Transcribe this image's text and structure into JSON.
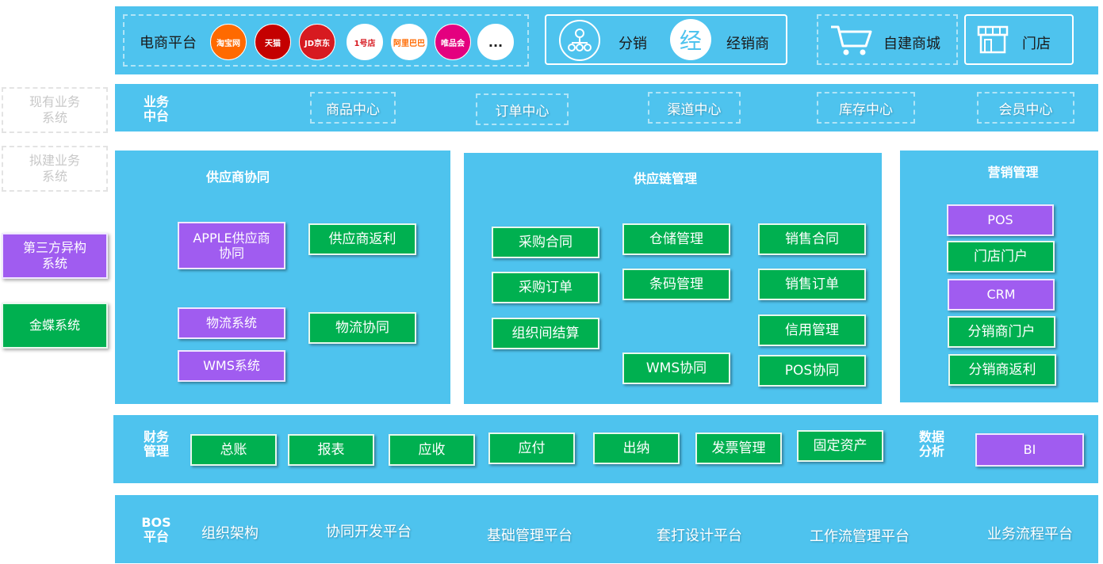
{
  "legend": {
    "existing": "现有业务\n系统",
    "planned": "拟建业务\n系统",
    "third_party": "第三方异构\n系统",
    "kingdee": "金蝶系统"
  },
  "channels": {
    "ecommerce_label": "电商平台",
    "platforms": [
      {
        "text": "淘宝网",
        "color": "#ff6a00"
      },
      {
        "text": "天猫",
        "color": "#c40000"
      },
      {
        "text": "JD京东",
        "color": "#d71a20"
      },
      {
        "text": "1号店",
        "color": "#ffffff"
      },
      {
        "text": "阿里巴巴",
        "color": "#ffffff"
      },
      {
        "text": "唯品会",
        "color": "#e4007f"
      },
      {
        "text": "...",
        "color": "#ffffff"
      }
    ],
    "distribution_label": "分销",
    "dealer_icon_text": "经",
    "dealer_label": "经销商",
    "self_mall_label": "自建商城",
    "store_label": "门店"
  },
  "business_center": {
    "label": "业务\n中台",
    "items": [
      "商品中心",
      "订单中心",
      "渠道中心",
      "库存中心",
      "会员中心"
    ]
  },
  "supplier_collab": {
    "title": "供应商协同",
    "items": {
      "apple": "APPLE供应商\n协同",
      "rebate": "供应商返利",
      "logistics_system": "物流系统",
      "logistics_collab": "物流协同",
      "wms_system": "WMS系统"
    }
  },
  "scm": {
    "title": "供应链管理",
    "col1": [
      "采购合同",
      "采购订单",
      "组织间结算"
    ],
    "col2": [
      "仓储管理",
      "条码管理",
      "WMS协同"
    ],
    "col3": [
      "销售合同",
      "销售订单",
      "信用管理",
      "POS协同"
    ]
  },
  "marketing": {
    "title": "营销管理",
    "items": [
      "POS",
      "门店门户",
      "CRM",
      "分销商门户",
      "分销商返利"
    ]
  },
  "finance": {
    "label": "财务\n管理",
    "items": [
      "总账",
      "报表",
      "应收",
      "应付",
      "出纳",
      "发票管理",
      "固定资产"
    ],
    "data_label": "数据\n分析",
    "bi": "BI"
  },
  "bos": {
    "label": "BOS\n平台",
    "items": [
      "组织架构",
      "协同开发平台",
      "基础管理平台",
      "套打设计平台",
      "工作流管理平台",
      "业务流程平台"
    ]
  }
}
